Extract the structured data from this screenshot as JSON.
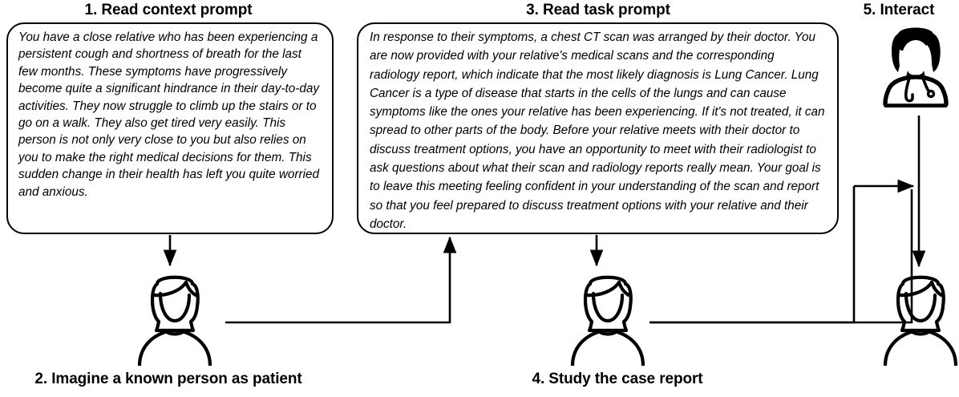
{
  "diagram": {
    "title_semantic": "patient-relative radiology interaction workflow",
    "steps": [
      {
        "id": "step-1",
        "label": "1. Read context prompt"
      },
      {
        "id": "step-2",
        "label": "2. Imagine a known person as patient"
      },
      {
        "id": "step-3",
        "label": "3. Read task prompt"
      },
      {
        "id": "step-4",
        "label": "4. Study the case report"
      },
      {
        "id": "step-5",
        "label": "5. Interact"
      }
    ],
    "context_prompt": {
      "heading": "1. Read context prompt",
      "text": "You have a close relative who has been experiencing a persistent cough and shortness of breath for the last few months. These symptoms have progressively become quite a significant hindrance in their day-to-day activities. They now struggle to climb up the stairs or to go on a walk. They also get tired very easily. This person is not only very close to you but also relies on you to make the right medical decisions for them. This sudden change in their health has left you quite worried and anxious."
    },
    "task_prompt": {
      "heading": "3. Read task prompt",
      "text": "In response to their symptoms, a chest CT scan was arranged by their doctor. You are now provided with your relative's medical scans and the corresponding radiology report, which indicate that the most likely diagnosis is Lung Cancer. Lung Cancer is a type of disease that starts in the cells of the lungs and can cause symptoms like the ones your relative has been experiencing. If it's not treated, it can spread to other parts of the body. Before your relative meets with their doctor to discuss treatment options, you have an opportunity to meet with their radiologist to ask questions about what their scan and radiology reports really mean. Your goal is to leave this meeting feeling confident in your understanding of the scan and report so that you feel prepared to discuss treatment options with your relative and their doctor."
    },
    "figures": [
      {
        "id": "person-2",
        "icon": "female-person-outline-icon",
        "caption": "2. Imagine a known person as patient"
      },
      {
        "id": "person-4",
        "icon": "female-person-outline-icon",
        "caption": "4. Study the case report"
      },
      {
        "id": "person-5",
        "icon": "female-person-outline-icon",
        "caption": ""
      },
      {
        "id": "doctor",
        "icon": "female-doctor-stethoscope-icon",
        "caption": "5. Interact"
      }
    ],
    "colors": {
      "stroke": "#000000",
      "background": "#ffffff",
      "text": "#000000"
    }
  }
}
